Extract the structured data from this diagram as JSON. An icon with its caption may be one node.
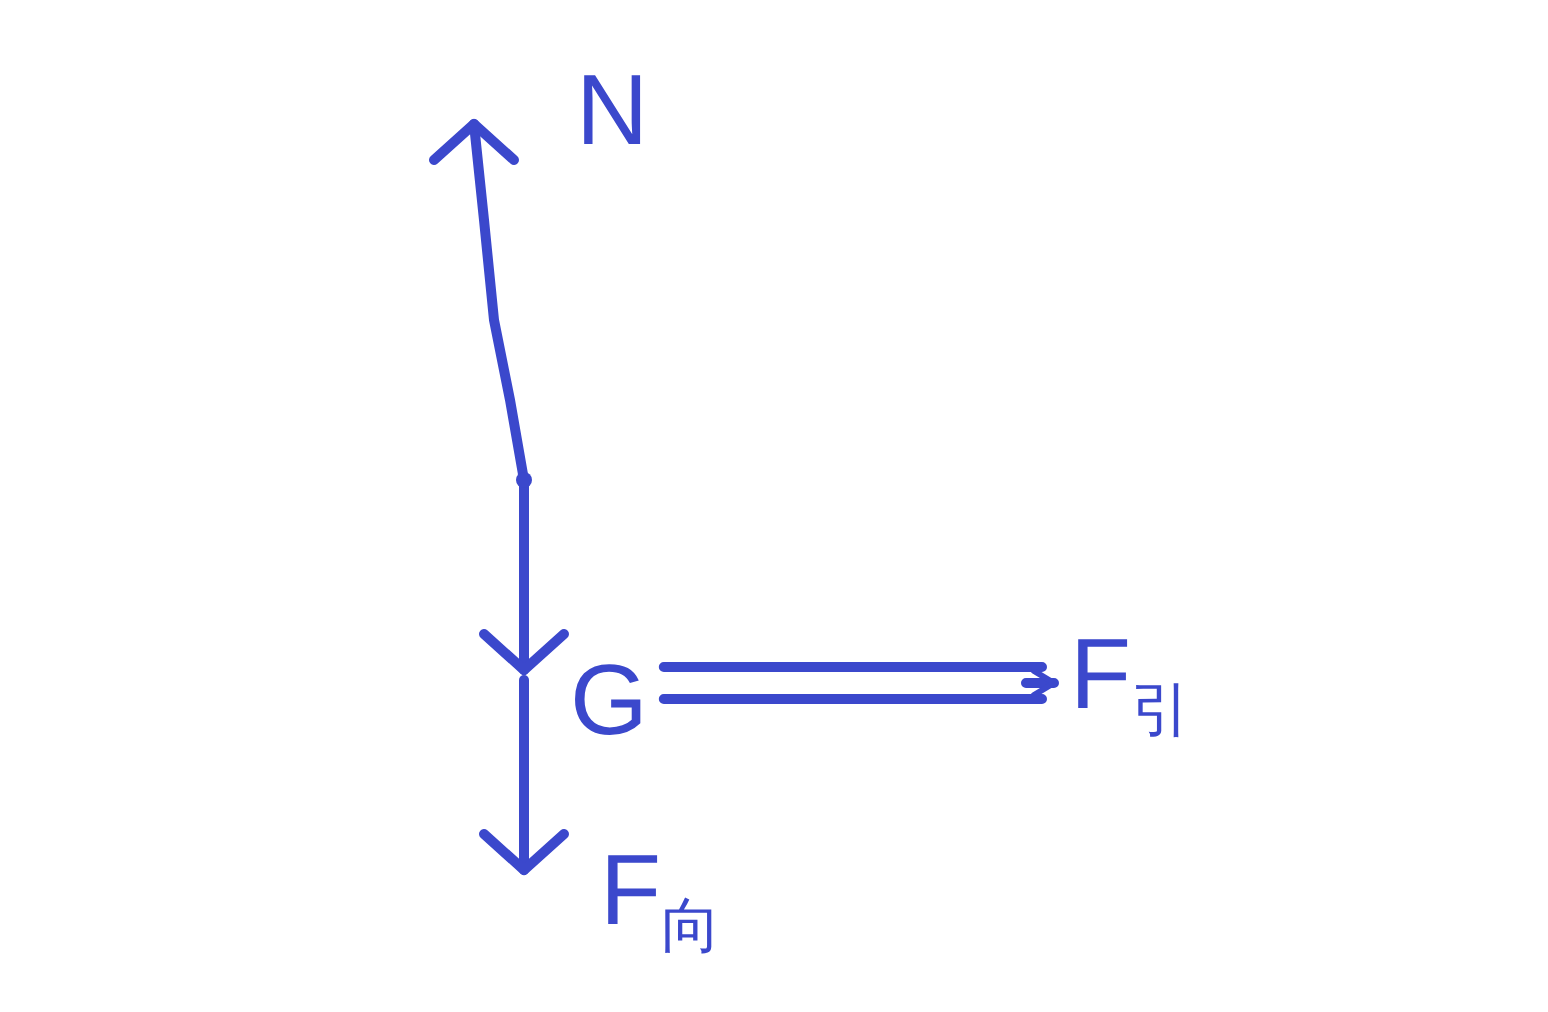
{
  "diagram": {
    "nodes": [
      {
        "text": [
          "G"
        ]
      },
      {
        "text": [
          "F$_{引}$"
        ]
      }
    ],
    "edges": [
      {
        "from": 0,
        "to": 1,
        "arrow": "to"
      }
    ],
    "labels": [
      "N",
      "F$_{向}$"
    ]
  }
}
